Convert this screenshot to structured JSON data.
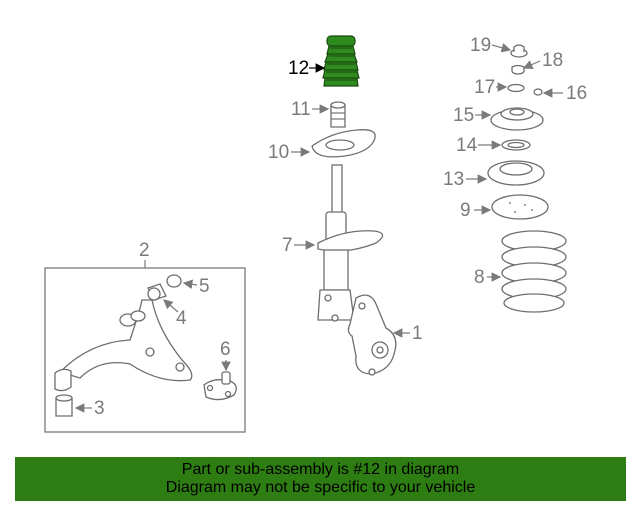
{
  "callouts": {
    "c1": "1",
    "c2": "2",
    "c3": "3",
    "c4": "4",
    "c5": "5",
    "c6": "6",
    "c7": "7",
    "c8": "8",
    "c9": "9",
    "c10": "10",
    "c11": "11",
    "c12": "12",
    "c13": "13",
    "c14": "14",
    "c15": "15",
    "c16": "16",
    "c17": "17",
    "c18": "18",
    "c19": "19"
  },
  "highlight_part": "12",
  "colors": {
    "highlight": "#2e7d12",
    "line": "#6e6e6e",
    "banner_bg": "#2e7d12"
  },
  "banner": {
    "line1": "Part or sub-assembly is #12 in diagram",
    "line2": "Diagram may not be specific to your vehicle"
  }
}
